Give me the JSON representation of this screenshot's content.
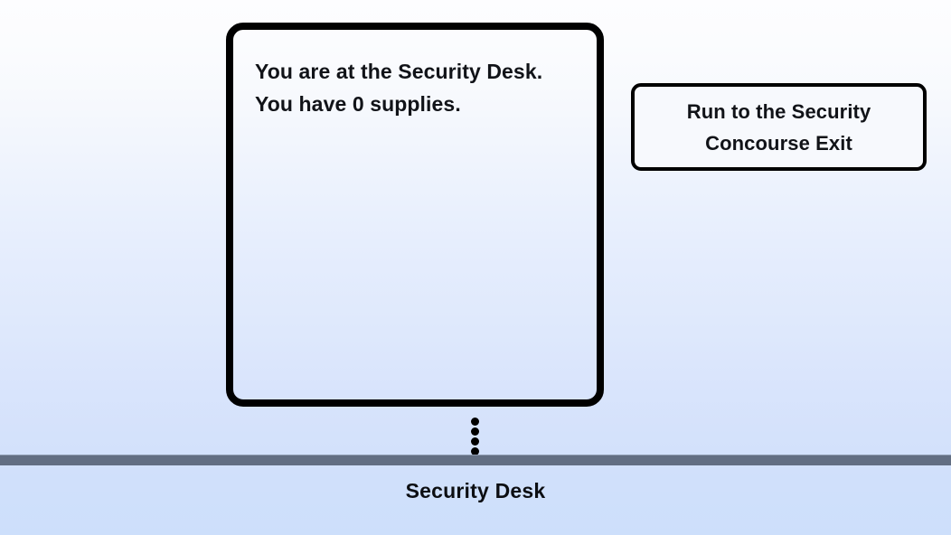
{
  "scene": {
    "background_top_color": "#fdfdff",
    "background_bottom_color": "#cddffb"
  },
  "story_panel": {
    "lines": [
      "You are at the Security Desk.",
      "You have 0 supplies."
    ],
    "location": "Security Desk",
    "supplies_count": "0",
    "border_color": "#000000"
  },
  "actions": [
    {
      "label_line_1": "Run to the Security",
      "label_line_2": "Concourse Exit",
      "label": "Run to the Security Concourse Exit",
      "fill_color": "#f7f9fd",
      "border_color": "#000000"
    }
  ],
  "connector": {
    "dot_count": 4,
    "dot_color": "#000000"
  },
  "ground": {
    "bar_color": "#626e82",
    "label": "Security Desk"
  }
}
